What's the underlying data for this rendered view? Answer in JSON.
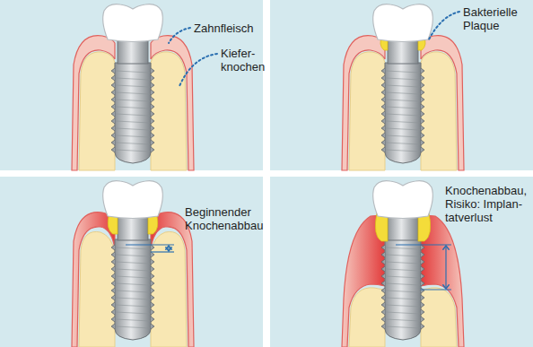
{
  "diagram": {
    "labels": [
      "Zahnfleisch",
      "Kiefer- knochen",
      "Bakterielle Plaque",
      "Beginnender Knochenabbau",
      "Knochenabbau, Risiko: Implan- tatverlust"
    ]
  }
}
